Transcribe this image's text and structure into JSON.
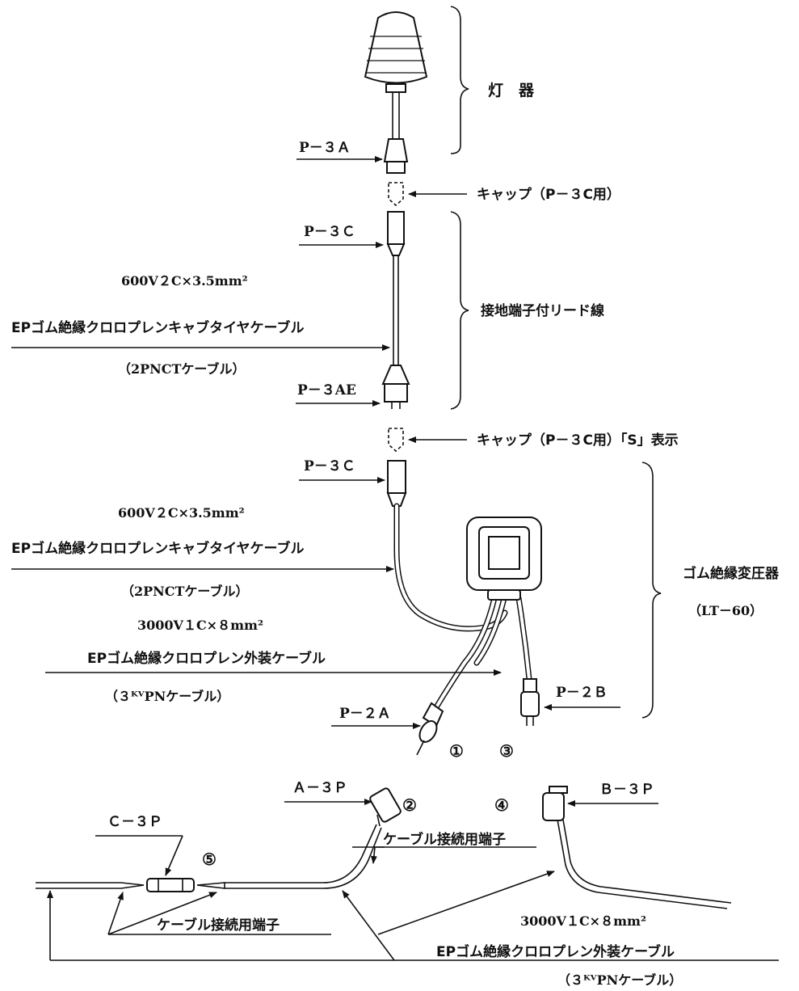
{
  "lamp": {
    "connector": "P－３Ａ",
    "brace_label": "灯　器"
  },
  "cap1": {
    "label": "キャップ（P－３C用）"
  },
  "lead": {
    "top_connector": "P－３Ｃ",
    "cable_spec": "600V２C×3.5mm²",
    "cable_name": "EPゴム絶縁クロロプレンキャブタイヤケーブル",
    "cable_type": "（2PNCTケーブル）",
    "bottom_connector": "P－３AE",
    "brace_label": "接地端子付リード線"
  },
  "cap2": {
    "label": "キャップ（P－３C用）「S」表示"
  },
  "transformer": {
    "top_connector": "P－３Ｃ",
    "cable_spec": "600V２C×3.5mm²",
    "cable_name": "EPゴム絶縁クロロプレンキャブタイヤケーブル",
    "cable_type": "（2PNCTケーブル）",
    "hv_spec": "3000V１C×８mm²",
    "hv_name": "EPゴム絶縁クロロプレン外装ケーブル",
    "hv_type": "（３ᴷⱽPNケーブル）",
    "left_connector": "P－２Ａ",
    "right_connector": "P－２Ｂ",
    "brace_label_1": "ゴム絶縁変圧器",
    "brace_label_2": "（LT－60）"
  },
  "markers": {
    "m1": "①",
    "m2": "②",
    "m3": "③",
    "m4": "④",
    "m5": "⑤"
  },
  "bottom": {
    "c3p": "Ｃ－３Ｐ",
    "a3p": "Ａ－３Ｐ",
    "b3p": "Ｂ－３Ｐ",
    "terminal_right": "ケーブル接続用端子",
    "terminal_left": "ケーブル接続用端子",
    "hv_spec": "3000V１C×８mm²",
    "hv_name": "EPゴム絶縁クロロプレン外装ケーブル",
    "hv_type": "（３ᴷⱽPNケーブル）"
  }
}
